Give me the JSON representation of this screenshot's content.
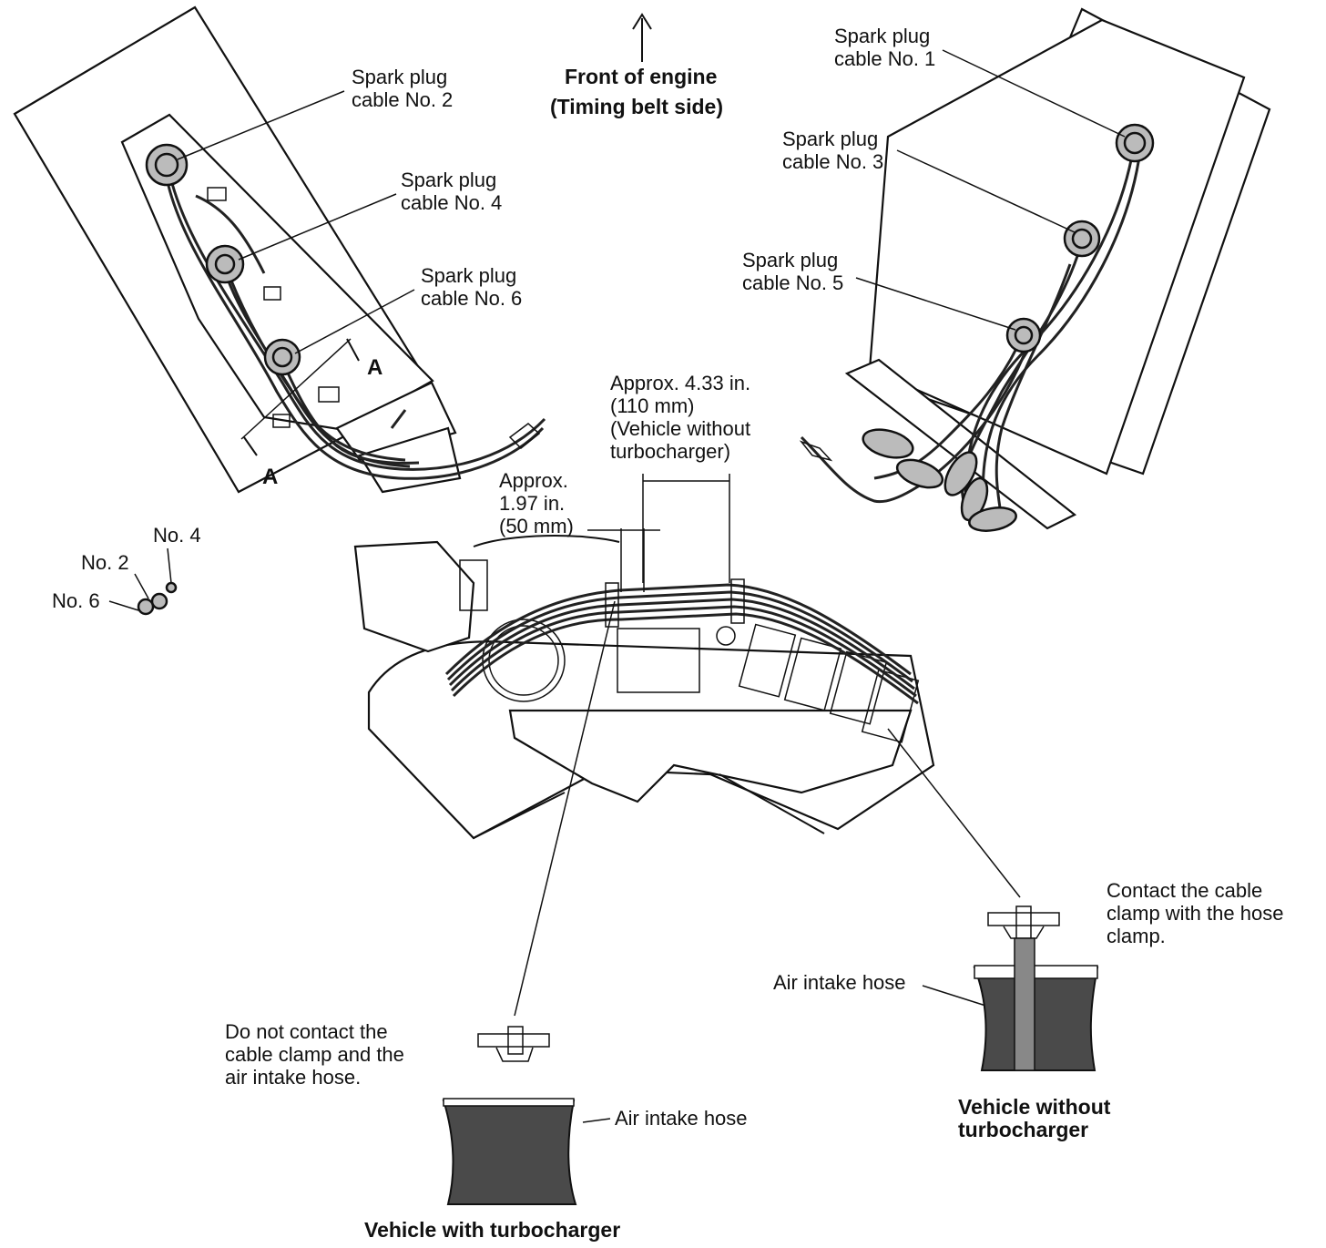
{
  "header": {
    "front_label": "Front of engine",
    "timing_label": "(Timing belt side)"
  },
  "left_bank": {
    "cable2": [
      "Spark plug",
      "cable No. 2"
    ],
    "cable4": [
      "Spark plug",
      "cable No. 4"
    ],
    "cable6": [
      "Spark plug",
      "cable No. 6"
    ],
    "section": "A"
  },
  "right_bank": {
    "cable1": [
      "Spark plug",
      "cable No. 1"
    ],
    "cable3": [
      "Spark plug",
      "cable No. 3"
    ],
    "cable5": [
      "Spark plug",
      "cable No. 5"
    ]
  },
  "dimensions": {
    "d110": [
      "Approx. 4.33 in.",
      "(110 mm)",
      "(Vehicle without",
      "turbocharger)"
    ],
    "d50": [
      "Approx.",
      "1.97 in.",
      "(50 mm)"
    ]
  },
  "section_view": {
    "no4": "No. 4",
    "no2": "No. 2",
    "no6": "No. 6"
  },
  "with_turbo": {
    "note": [
      "Do not contact the",
      "cable clamp and the",
      "air intake hose."
    ],
    "hose_label": "Air intake hose",
    "caption": "Vehicle with turbocharger"
  },
  "without_turbo": {
    "note": [
      "Contact the cable",
      "clamp with the hose",
      "clamp."
    ],
    "hose_label": "Air intake hose",
    "caption": [
      "Vehicle without",
      "turbocharger"
    ]
  }
}
